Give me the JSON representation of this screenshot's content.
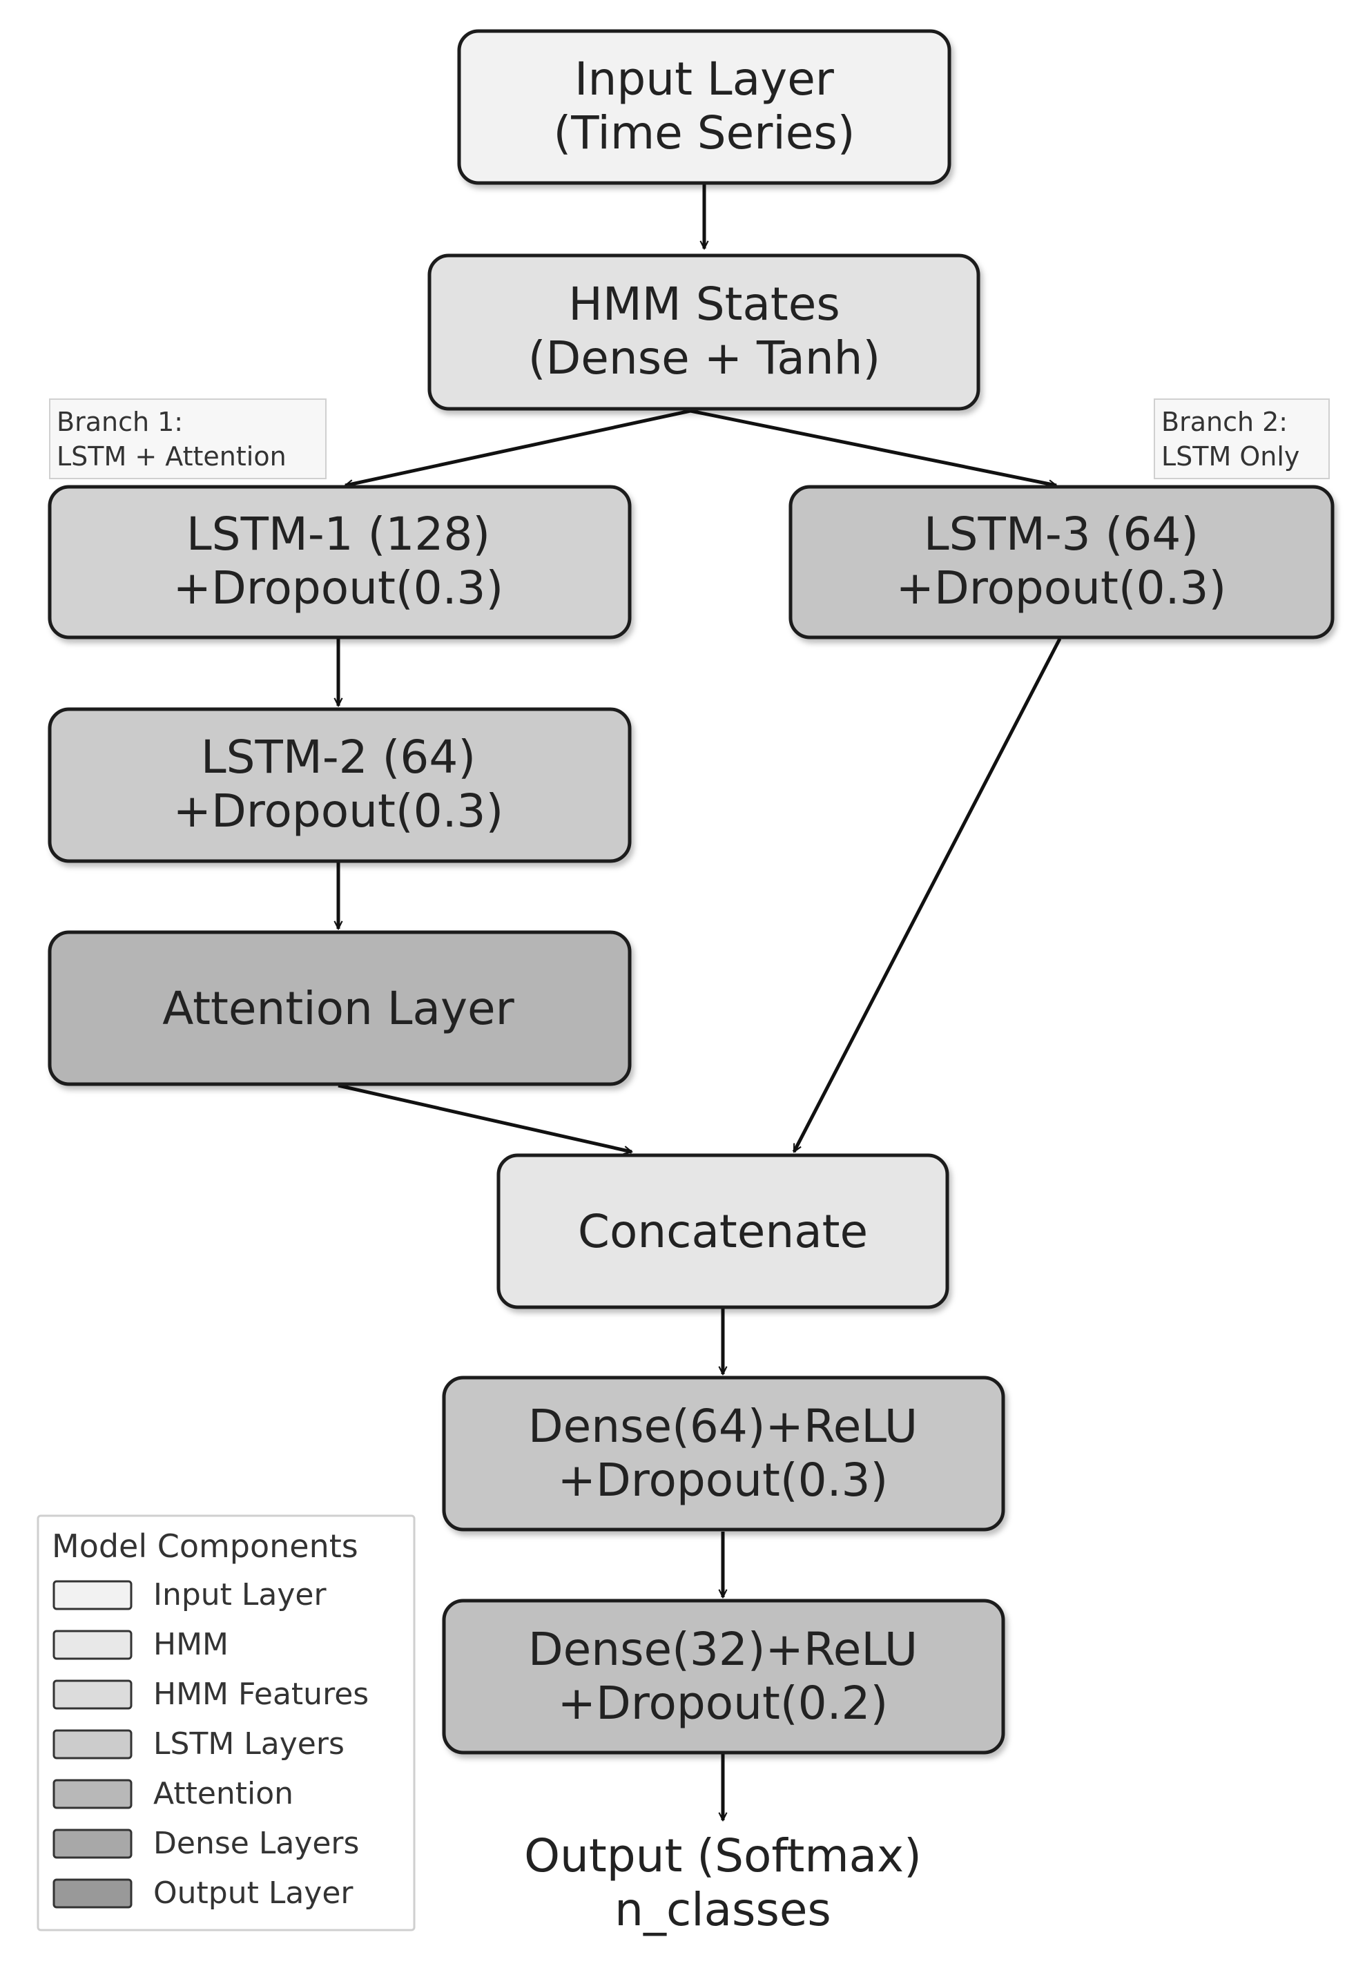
{
  "colors": {
    "input": "#f2f2f2",
    "hmm": "#e2e2e2",
    "hmm_features": "#d8d8d8",
    "lstm": "#cfcfcf",
    "lstm3": "#c5c5c5",
    "attention": "#b5b5b5",
    "dense": "#c3c3c3",
    "output": "#a9a9a9",
    "concat": "#e6e6e6",
    "border": "#1a1a1a",
    "arrow": "#111111"
  },
  "nodes": {
    "input": [
      "Input Layer",
      "(Time Series)"
    ],
    "hmm": [
      "HMM States",
      "(Dense + Tanh)"
    ],
    "lstm1": [
      "LSTM-1 (128)",
      "+Dropout(0.3)"
    ],
    "lstm2": [
      "LSTM-2 (64)",
      "+Dropout(0.3)"
    ],
    "attention": [
      "Attention Layer"
    ],
    "lstm3": [
      "LSTM-3 (64)",
      "+Dropout(0.3)"
    ],
    "concat": [
      "Concatenate"
    ],
    "dense1": [
      "Dense(64)+ReLU",
      "+Dropout(0.3)"
    ],
    "dense2": [
      "Dense(32)+ReLU",
      "+Dropout(0.2)"
    ],
    "output": [
      "Output (Softmax)",
      "n_classes"
    ]
  },
  "branches": {
    "branch1": [
      "Branch 1:",
      "LSTM + Attention"
    ],
    "branch2": [
      "Branch 2:",
      "LSTM Only"
    ]
  },
  "legend": {
    "title": "Model Components",
    "items": [
      {
        "label": "Input Layer",
        "color": "#f2f2f2"
      },
      {
        "label": "HMM",
        "color": "#e8e8e8"
      },
      {
        "label": "HMM Features",
        "color": "#dcdcdc"
      },
      {
        "label": "LSTM Layers",
        "color": "#cccccc"
      },
      {
        "label": "Attention",
        "color": "#b8b8b8"
      },
      {
        "label": "Dense Layers",
        "color": "#a8a8a8"
      },
      {
        "label": "Output Layer",
        "color": "#999999"
      }
    ]
  }
}
